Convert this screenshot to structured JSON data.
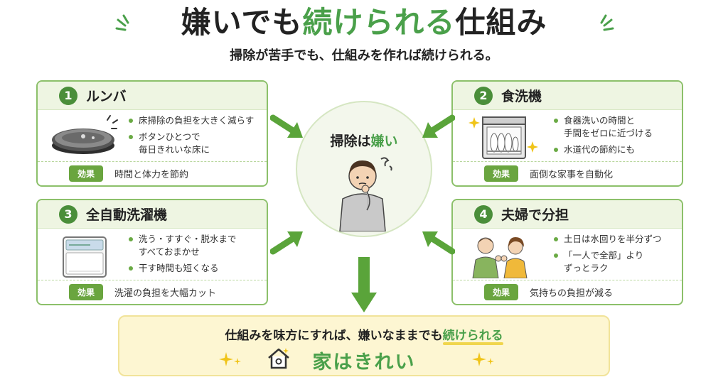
{
  "title": {
    "part1": "嫌いでも",
    "highlight": "続けられる",
    "part2": "仕組み"
  },
  "subtitle": "掃除が苦手でも、仕組みを作れば続けられる。",
  "center": {
    "part1": "掃除は",
    "highlight": "嫌い"
  },
  "cards": [
    {
      "number": "1",
      "title": "ルンバ",
      "bullets": [
        "床掃除の負担を大きく減らす",
        "ボタンひとつで\n毎日きれいな床に"
      ],
      "effect_badge": "効果",
      "effect": "時間と体力を節約",
      "icon": "robot-vacuum-icon"
    },
    {
      "number": "2",
      "title": "食洗機",
      "bullets": [
        "食器洗いの時間と\n手間をゼロに近づける",
        "水道代の節約にも"
      ],
      "effect_badge": "効果",
      "effect": "面倒な家事を自動化",
      "icon": "dishwasher-icon"
    },
    {
      "number": "3",
      "title": "全自動洗濯機",
      "bullets": [
        "洗う・すすぐ・脱水まで\nすべておまかせ",
        "干す時間も短くなる"
      ],
      "effect_badge": "効果",
      "effect": "洗濯の負担を大幅カット",
      "icon": "washing-machine-icon"
    },
    {
      "number": "4",
      "title": "夫婦で分担",
      "bullets": [
        "土日は水回りを半分ずつ",
        "「一人で全部」より\nずっとラク"
      ],
      "effect_badge": "効果",
      "effect": "気持ちの負担が減る",
      "icon": "couple-icon"
    }
  ],
  "bottom": {
    "line1_part1": "仕組みを味方にすれば、嫌いなままでも",
    "line1_highlight": "続けられる",
    "line2": "家はきれい",
    "icon": "house-icon"
  },
  "colors": {
    "accent_green": "#4aa04a",
    "card_border": "#8cc06a",
    "badge": "#6aa53f",
    "bottom_bg": "#fdf6d2"
  }
}
